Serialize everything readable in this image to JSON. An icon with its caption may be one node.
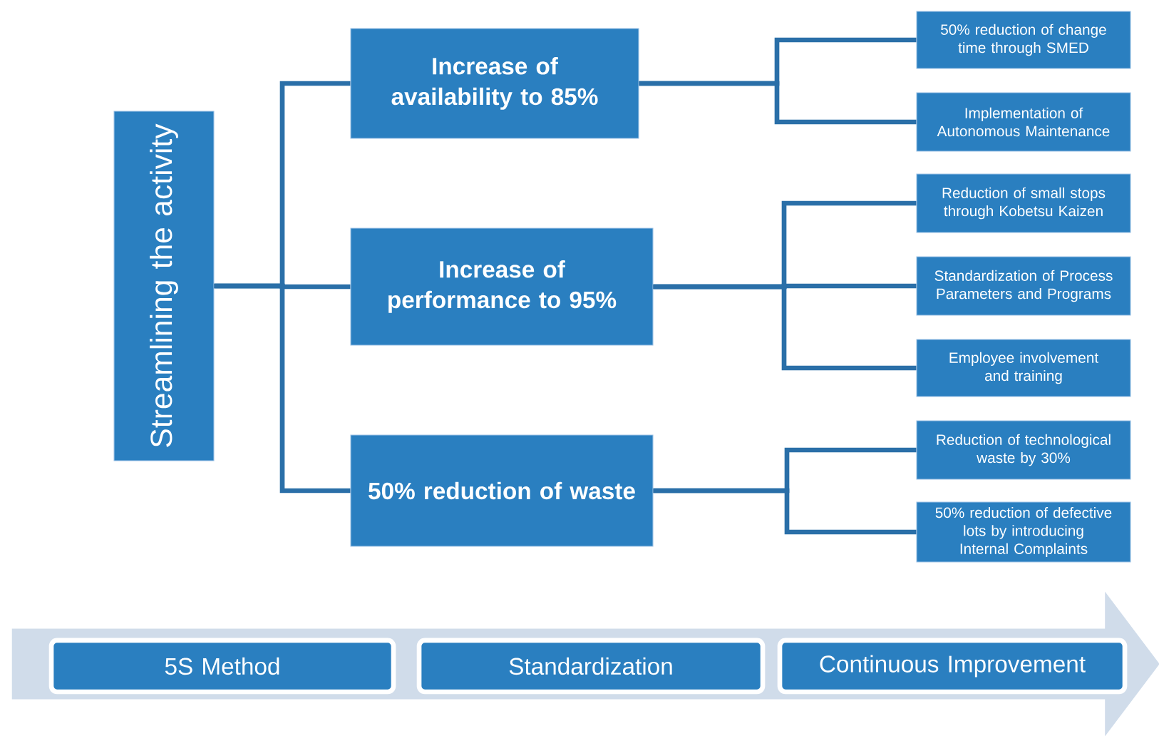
{
  "diagram": {
    "nodes": [
      {
        "text": [
          "Streamlining the activity"
        ]
      },
      {
        "text": [
          "Increase of availability to 85%"
        ]
      },
      {
        "text": [
          "Increase of performance to 95%"
        ]
      },
      {
        "text": [
          "50% reduction of waste"
        ]
      },
      {
        "text": [
          "50% reduction of change time through SMED"
        ]
      },
      {
        "text": [
          "Implementation of Autonomous Maintenance"
        ]
      },
      {
        "text": [
          "Reduction of small stops through Kobetsu Kaizen"
        ]
      },
      {
        "text": [
          "Standardization of Process Parameters and Programs"
        ]
      },
      {
        "text": [
          "Employee involvement and training"
        ]
      },
      {
        "text": [
          "Reduction of technological waste by 30%"
        ]
      },
      {
        "text": [
          "50% reduction of defective lots by introducing Internal Complaints"
        ]
      },
      {
        "text": [],
        "shape": "arrow"
      },
      {
        "text": [
          "5S Method"
        ],
        "in": 11
      },
      {
        "text": [
          "Standardization"
        ],
        "in": 11
      },
      {
        "text": [
          "Continuous Improvement"
        ],
        "in": 11
      }
    ],
    "edges": [
      {
        "from": 0,
        "to": 1,
        "arrow": "none"
      },
      {
        "from": 0,
        "to": 2,
        "arrow": "none"
      },
      {
        "from": 0,
        "to": 3,
        "arrow": "none"
      },
      {
        "from": 1,
        "to": 4,
        "arrow": "none"
      },
      {
        "from": 1,
        "to": 5,
        "arrow": "none"
      },
      {
        "from": 2,
        "to": 6,
        "arrow": "none"
      },
      {
        "from": 2,
        "to": 7,
        "arrow": "none"
      },
      {
        "from": 2,
        "to": 8,
        "arrow": "none"
      },
      {
        "from": 3,
        "to": 9,
        "arrow": "none"
      },
      {
        "from": 3,
        "to": 10,
        "arrow": "none"
      }
    ]
  }
}
